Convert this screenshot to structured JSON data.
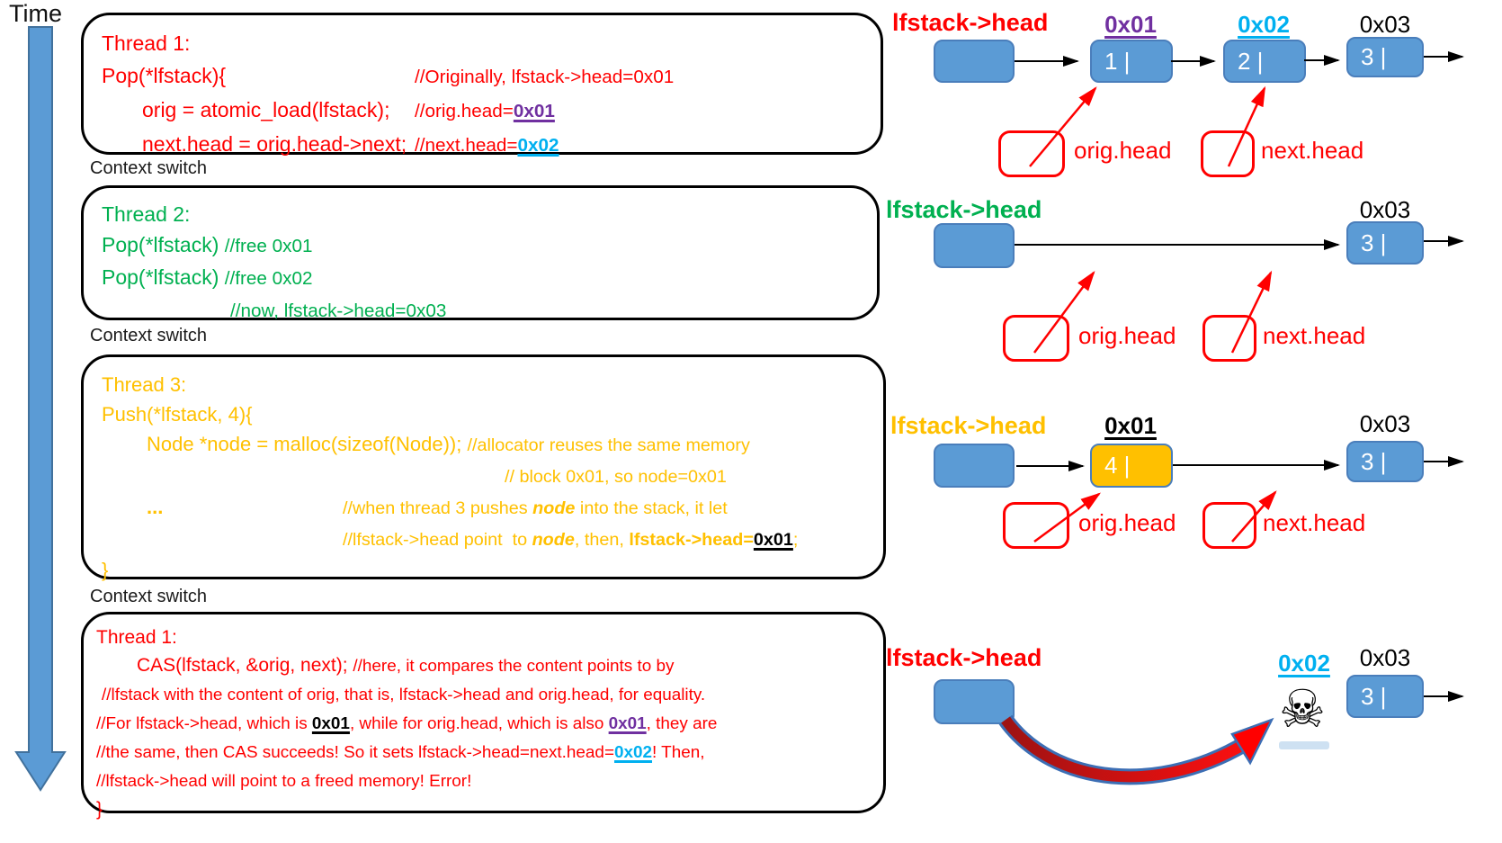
{
  "labels": {
    "time": "Time",
    "context_switch": "Context switch"
  },
  "colors": {
    "red": "#FF0000",
    "green": "#00B050",
    "orange": "#FFC000",
    "purple": "#7030A0",
    "cyan": "#00B0F0",
    "black": "#000000",
    "node_blue": "#5B9BD5",
    "node_border": "#4A7EBB",
    "timeline_blue": "#5B9BD5"
  },
  "panels": [
    {
      "name": "thread1-pop",
      "color": "red",
      "lines": [
        [
          {
            "t": "Thread 1:"
          }
        ],
        [
          {
            "t": "Pop(*lfstack){",
            "mw": 348
          },
          {
            "t": "//Originally, lfstack->head=0x01",
            "s": 1
          }
        ],
        [
          {
            "t": "orig = atomic_load(lfstack);",
            "ind": 45,
            "mw": 303
          },
          {
            "t": "//orig.head=",
            "s": 1
          },
          {
            "t": "0x01",
            "c": "purple",
            "b": 1,
            "u": 1,
            "s": 1
          }
        ],
        [
          {
            "t": "next.head = orig.head->next; ",
            "ind": 45,
            "mw": 303
          },
          {
            "t": "//next.head=",
            "s": 1
          },
          {
            "t": "0x02",
            "c": "cyan",
            "b": 1,
            "u": 1,
            "s": 1
          }
        ]
      ]
    },
    {
      "name": "thread2-pop",
      "color": "green",
      "lines": [
        [
          {
            "t": "Thread 2:"
          }
        ],
        [
          {
            "t": "Pop(*lfstack) "
          },
          {
            "t": "//free 0x01",
            "s": 1
          }
        ],
        [
          {
            "t": "Pop(*lfstack) "
          },
          {
            "t": "//free 0x02",
            "s": 1
          }
        ],
        [
          {
            "t": "//now, lfstack->head=0x03",
            "ind": 143,
            "s": 1
          }
        ]
      ]
    },
    {
      "name": "thread3-push",
      "color": "orange",
      "lines": [
        [
          {
            "t": "Thread 3:"
          }
        ],
        [
          {
            "t": "Push(*lfstack, 4){"
          }
        ],
        [
          {
            "t": "Node *node = malloc(sizeof(Node)); ",
            "ind": 50
          },
          {
            "t": "//allocator reuses the same memory",
            "s": 1
          }
        ],
        [
          {
            "t": "// block 0x01, so node=0x01",
            "ind": 448,
            "s": 1
          }
        ],
        [
          {
            "t": "...",
            "ind": 50,
            "b": 1,
            "mw": 218
          },
          {
            "t": "//when thread 3 pushes ",
            "s": 1
          },
          {
            "t": "node",
            "b": 1,
            "i": 1,
            "s": 1
          },
          {
            "t": " into the stack, it let",
            "s": 1
          }
        ],
        [
          {
            "t": "//lfstack->head point  to ",
            "ind": 268,
            "s": 1
          },
          {
            "t": "node",
            "b": 1,
            "i": 1,
            "s": 1
          },
          {
            "t": ", then, ",
            "s": 1
          },
          {
            "t": "lfstack->head=",
            "b": 1,
            "s": 1
          },
          {
            "t": "0x01",
            "c": "black",
            "b": 1,
            "u": 1,
            "s": 1
          },
          {
            "t": ";",
            "s": 1
          }
        ],
        [
          {
            "t": "}"
          }
        ]
      ]
    },
    {
      "name": "thread1-cas",
      "color": "red",
      "lines": [
        [
          {
            "t": "Thread 1:"
          }
        ],
        [
          {
            "t": "CAS(lfstack, &orig, next); ",
            "ind": 45
          },
          {
            "t": "//here, it compares the content points to by",
            "s": 1
          }
        ],
        [
          {
            "t": "//lfstack with the content of orig, that is, lfstack->head and orig.head, for equality.",
            "ind": 6,
            "s": 1
          }
        ],
        [
          {
            "t": "//For lfstack->head, which is ",
            "s": 1
          },
          {
            "t": "0x01",
            "c": "black",
            "b": 1,
            "u": 1,
            "s": 1
          },
          {
            "t": ", while for orig.head, which is also ",
            "s": 1
          },
          {
            "t": "0x01",
            "c": "purple",
            "b": 1,
            "u": 1,
            "s": 1
          },
          {
            "t": ", they are",
            "s": 1
          }
        ],
        [
          {
            "t": "//the same, then CAS succeeds! So it sets lfstack->head=next.head=",
            "s": 1
          },
          {
            "t": "0x02",
            "c": "cyan",
            "b": 1,
            "u": 1,
            "s": 1
          },
          {
            "t": "! Then,",
            "s": 1
          }
        ],
        [
          {
            "t": "//lfstack->head will point to a freed memory! Error!",
            "s": 1
          }
        ],
        [
          {
            "t": "}"
          }
        ]
      ]
    }
  ],
  "diagrams": [
    {
      "head_label": "lfstack->head",
      "addr1": "0x01",
      "addr2": "0x02",
      "addr3": "0x03",
      "node1": "1 |",
      "node2": "2 |",
      "node3": "3 |",
      "ptr1": "orig.head",
      "ptr2": "next.head"
    },
    {
      "head_label": "lfstack->head",
      "addr3": "0x03",
      "node3": "3 |",
      "ptr1": "orig.head",
      "ptr2": "next.head"
    },
    {
      "head_label": "lfstack->head",
      "addr1": "0x01",
      "addr3": "0x03",
      "node1": "4 |",
      "node3": "3 |",
      "ptr1": "orig.head",
      "ptr2": "next.head"
    },
    {
      "head_label": "lfstack->head",
      "addr2": "0x02",
      "addr3": "0x03",
      "node3": "3 |",
      "skull": "☠"
    }
  ]
}
